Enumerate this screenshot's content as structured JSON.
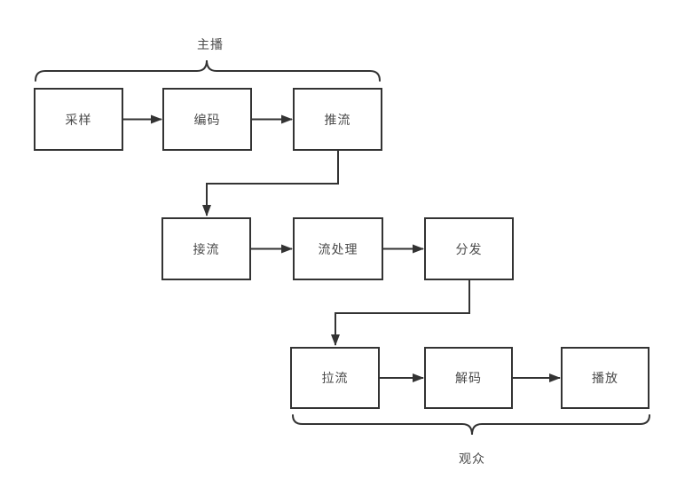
{
  "diagram": {
    "title": "live-streaming-pipeline-flowchart",
    "colors": {
      "line": "#333333",
      "text": "#4a4a4a",
      "background": "#ffffff",
      "node_fill": "#ffffff"
    },
    "groups": {
      "top": {
        "label": "主播",
        "covers": [
          "sampling",
          "encoding",
          "push-stream"
        ]
      },
      "bottom": {
        "label": "观众",
        "covers": [
          "pull-stream",
          "decoding",
          "playback"
        ]
      }
    },
    "nodes": [
      {
        "id": "sampling",
        "label": "采样"
      },
      {
        "id": "encoding",
        "label": "编码"
      },
      {
        "id": "push-stream",
        "label": "推流"
      },
      {
        "id": "ingest-stream",
        "label": "接流"
      },
      {
        "id": "stream-processing",
        "label": "流处理"
      },
      {
        "id": "distribution",
        "label": "分发"
      },
      {
        "id": "pull-stream",
        "label": "拉流"
      },
      {
        "id": "decoding",
        "label": "解码"
      },
      {
        "id": "playback",
        "label": "播放"
      }
    ],
    "edges": [
      {
        "from": "sampling",
        "to": "encoding",
        "type": "straight-arrow"
      },
      {
        "from": "encoding",
        "to": "push-stream",
        "type": "straight-arrow"
      },
      {
        "from": "push-stream",
        "to": "ingest-stream",
        "type": "elbow-arrow"
      },
      {
        "from": "ingest-stream",
        "to": "stream-processing",
        "type": "straight-arrow"
      },
      {
        "from": "stream-processing",
        "to": "distribution",
        "type": "straight-arrow"
      },
      {
        "from": "distribution",
        "to": "pull-stream",
        "type": "elbow-arrow"
      },
      {
        "from": "pull-stream",
        "to": "decoding",
        "type": "straight-arrow"
      },
      {
        "from": "decoding",
        "to": "playback",
        "type": "straight-arrow"
      }
    ]
  }
}
